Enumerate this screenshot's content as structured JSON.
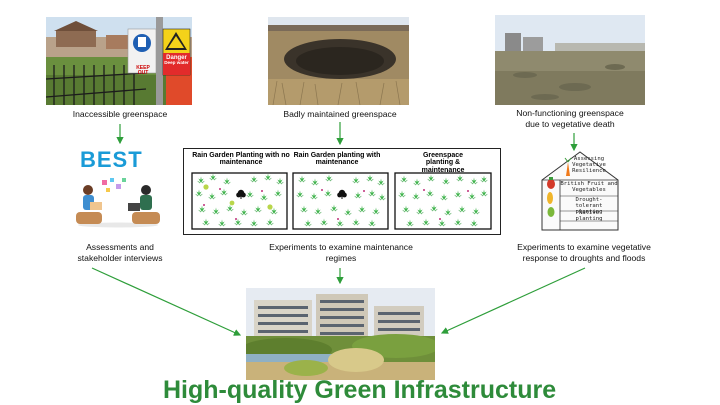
{
  "top": {
    "left_caption": "Inaccessible greenspace",
    "center_caption": "Badly maintained greenspace",
    "right_caption_line1": "Non-functioning greenspace",
    "right_caption_line2": "due to vegetative death"
  },
  "signs": {
    "keep_out_line1": "KEEP",
    "keep_out_line2": "OUT",
    "danger_line1": "Danger",
    "danger_line2": "Deep water"
  },
  "middle": {
    "logo_text": "BEST",
    "left_caption_line1": "Assessments and",
    "left_caption_line2": "stakeholder interviews",
    "panel1_title": "Rain Garden Planting with no maintenance",
    "panel2_title": "Rain Garden planting with maintenance",
    "panel3_title": "Greenspace planting & maintenance",
    "center_caption_line1": "Experiments to examine maintenance",
    "center_caption_line2": "regimes",
    "right_caption_line1": "Experiments to examine vegetative",
    "right_caption_line2": "response to droughts and floods"
  },
  "greenhouse": {
    "row1_line1": "Assessing",
    "row1_line2": "Vegetative",
    "row1_line3": "Resilience",
    "row2_line1": "British Fruit and",
    "row2_line2": "Vegetables",
    "row3_line1": "Drought-",
    "row3_line2": "tolerant",
    "row3_line3": "planting",
    "row4_line1": "Native",
    "row4_line2": "planting"
  },
  "bottom": {
    "title": "High-quality Green Infrastructure"
  },
  "colors": {
    "arrow": "#2e9e3a",
    "title_green": "#2e8b3a",
    "plant_green": "#3db34a"
  }
}
